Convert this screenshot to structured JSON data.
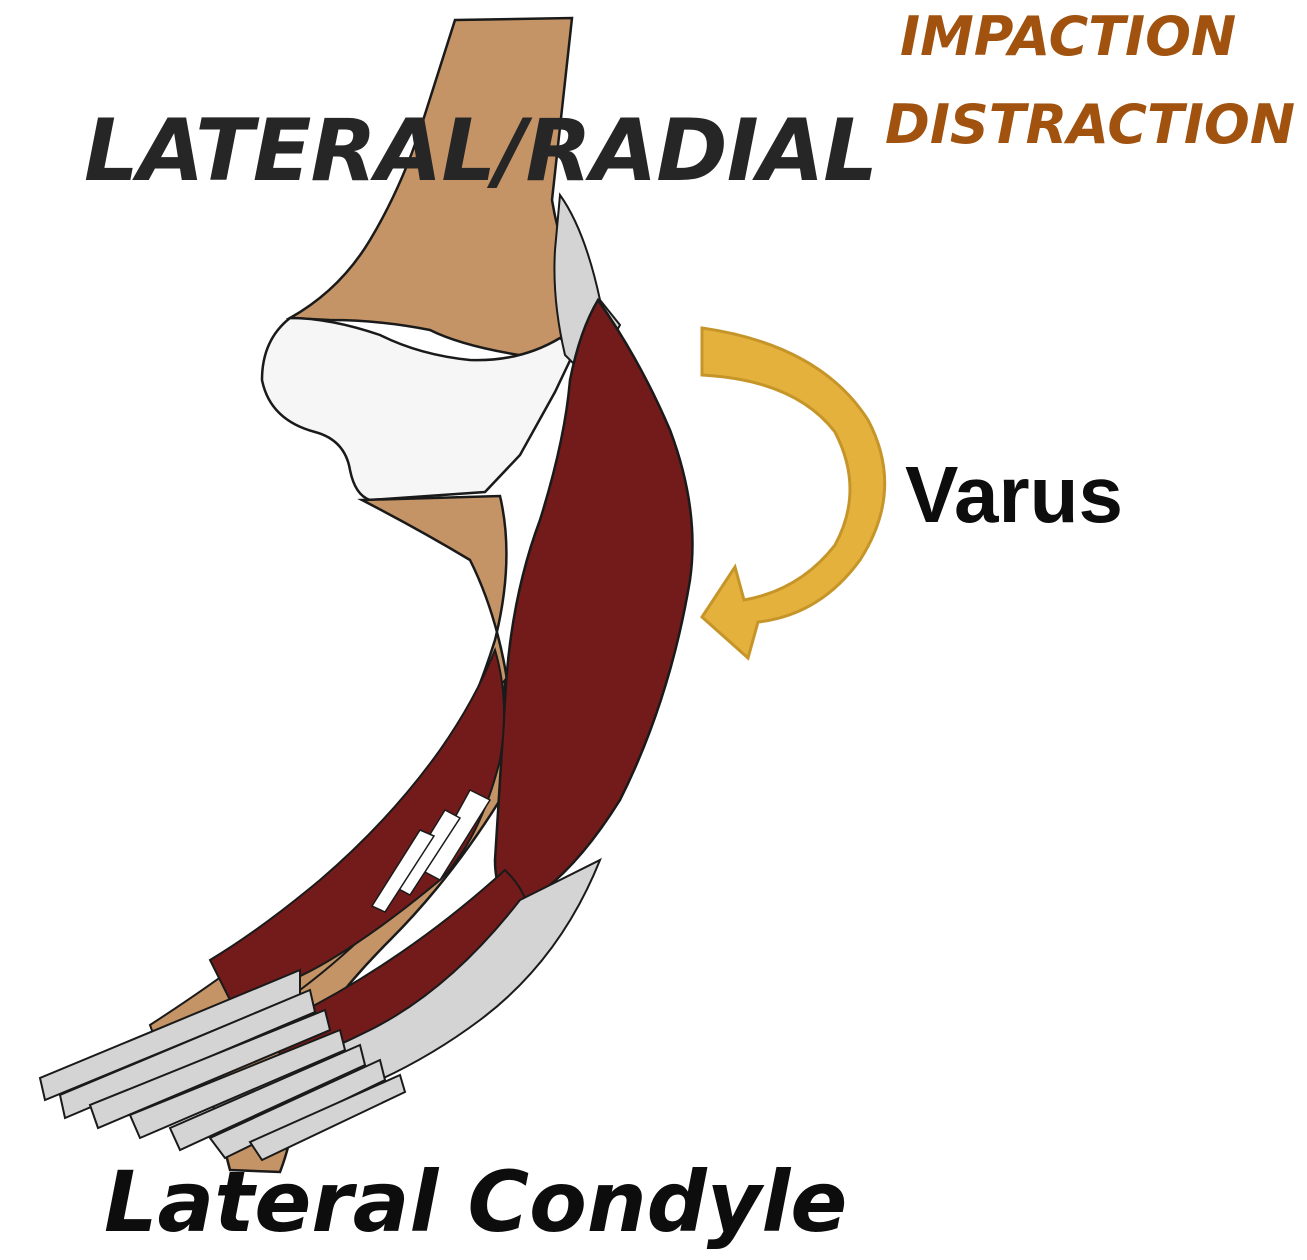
{
  "labels": {
    "region": "LATERAL/RADIAL",
    "force_1": "IMPACTION",
    "force_2": "DISTRACTION",
    "motion": "Varus",
    "structure": "Lateral Condyle"
  },
  "colors": {
    "region_text": "#262626",
    "force_text": "#a0520e",
    "motion_text": "#0d0d0d",
    "structure_text": "#0d0d0d",
    "bone": "#c49466",
    "cartilage": "#f6f6f6",
    "muscle": "#731a1a",
    "tendon": "#d4d4d4",
    "arrow_fill": "#e4b23c",
    "arrow_dark": "#c6952a",
    "outline": "#1a1a1a"
  },
  "icons": {
    "illustration": "elbow-lateral-anatomy-icon",
    "arrow": "curved-varus-arrow-icon"
  }
}
